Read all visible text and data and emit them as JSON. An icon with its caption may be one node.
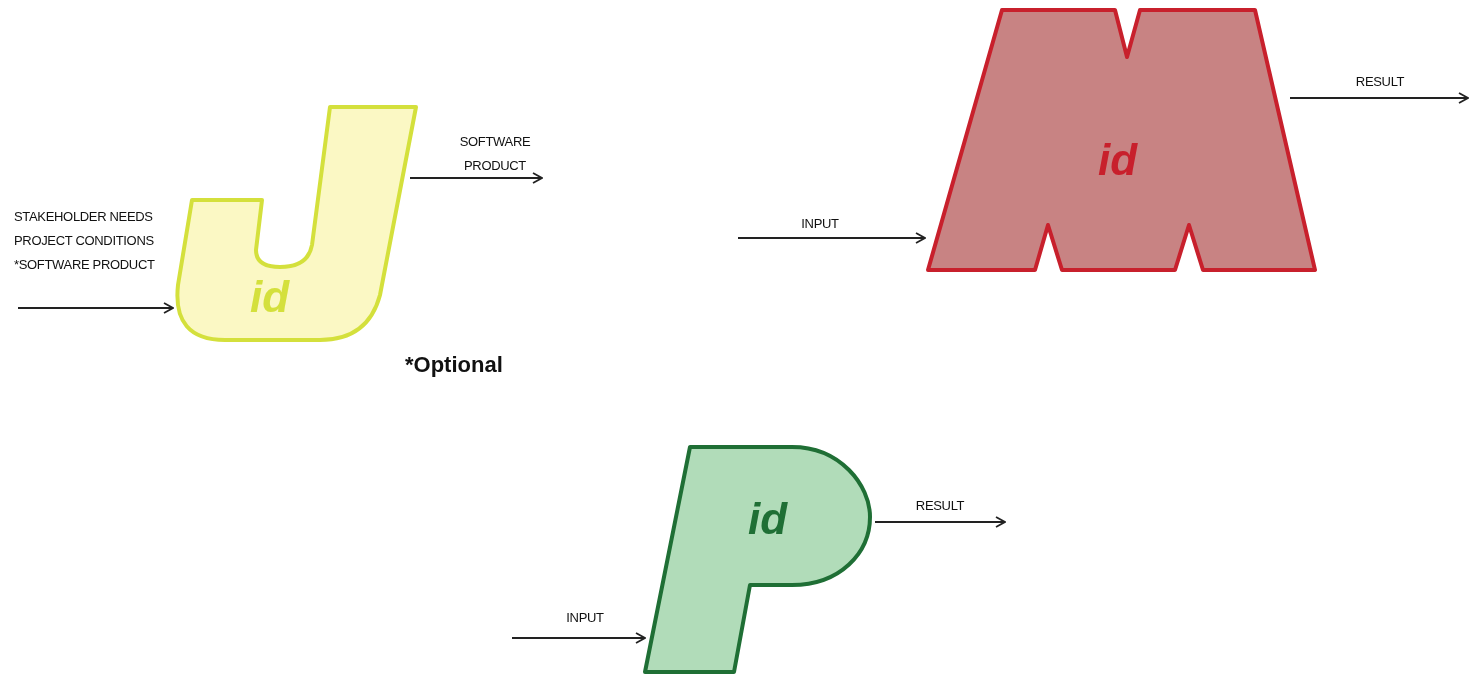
{
  "diagram": {
    "nodes": [
      {
        "text": [
          "id"
        ]
      },
      {
        "text": [
          "id"
        ]
      },
      {
        "text": [
          "id"
        ]
      }
    ],
    "edges": [
      {
        "from": null,
        "to": 0,
        "arrow": "to",
        "label": "STAKEHOLDER NEEDS PROJECT CONDITIONS *SOFTWARE PRODUCT"
      },
      {
        "from": 0,
        "to": null,
        "arrow": "to",
        "label": "SOFTWARE PRODUCT"
      },
      {
        "from": null,
        "to": 1,
        "arrow": "to",
        "label": "INPUT"
      },
      {
        "from": 1,
        "to": null,
        "arrow": "to",
        "label": "RESULT"
      },
      {
        "from": null,
        "to": 2,
        "arrow": "to",
        "label": "INPUT"
      },
      {
        "from": 2,
        "to": null,
        "arrow": "to",
        "label": "RESULT"
      }
    ],
    "labels": [
      "*Optional"
    ]
  }
}
